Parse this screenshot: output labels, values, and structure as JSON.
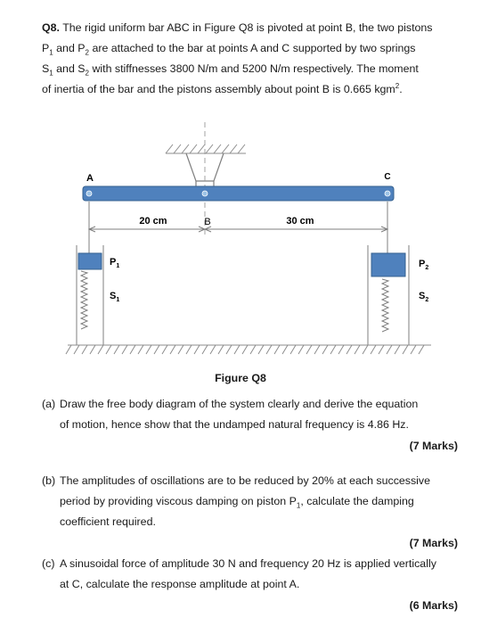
{
  "question": {
    "number": "Q8.",
    "intro_l1": "The rigid uniform bar ABC in Figure Q8 is pivoted at point B, the two pistons",
    "intro_l2_p1": "P",
    "intro_l2_s1": "1",
    "intro_l2_a": " and P",
    "intro_l2_s2": "2",
    "intro_l2_b": " are attached to the bar at points A and C supported by two springs",
    "intro_l3_a": "S",
    "intro_l3_s1": "1",
    "intro_l3_b": " and S",
    "intro_l3_s2": "2",
    "intro_l3_c": " with stiffnesses 3800 N/m and 5200 N/m respectively. The moment",
    "intro_l4_a": "of inertia of the bar and the pistons assembly about point B is 0.665 kgm",
    "intro_l4_sup": "2",
    "intro_l4_b": "."
  },
  "figure": {
    "label_A": "A",
    "label_B": "B",
    "label_C": "C",
    "dim_AB": "20 cm",
    "dim_BC": "30 cm",
    "label_P1": "P",
    "label_P1_sub": "1",
    "label_P2": "P",
    "label_P2_sub": "2",
    "label_S1": "S",
    "label_S1_sub": "1",
    "label_S2": "S",
    "label_S2_sub": "2",
    "caption": "Figure Q8",
    "colors": {
      "bar_fill": "#4f81bd",
      "bar_stroke": "#35618f",
      "line": "#7f7f7f"
    }
  },
  "parts": {
    "a_label": "(a)",
    "a_l1": "Draw the free body diagram of the system clearly and derive the equation",
    "a_l2": "of motion, hence show that the undamped natural frequency is 4.86 Hz.",
    "a_marks": "(7 Marks)",
    "b_label": "(b)",
    "b_l1": "The amplitudes of oscillations are to be reduced by 20% at each successive",
    "b_l2_a": "period by providing viscous damping on piston P",
    "b_l2_sub": "1",
    "b_l2_b": ", calculate the damping",
    "b_l3": "coefficient required.",
    "b_marks": "(7 Marks)",
    "c_label": "(c)",
    "c_l1": "A sinusoidal force of amplitude 30 N and frequency 20 Hz is applied vertically",
    "c_l2": "at C, calculate the response amplitude at point A.",
    "c_marks": "(6 Marks)"
  }
}
